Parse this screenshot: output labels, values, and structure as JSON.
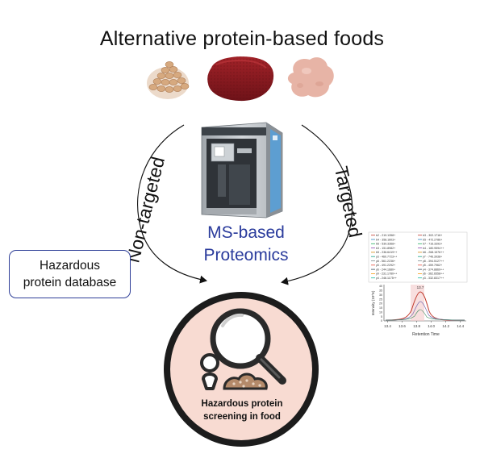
{
  "title": "Alternative protein-based foods",
  "left_arrow_label": "Non-targeted",
  "right_arrow_label": "Targeted",
  "center_label": {
    "line1": "MS-based",
    "line2": "Proteomics"
  },
  "database_box": {
    "line1": "Hazardous",
    "line2": "protein database"
  },
  "screening_label": {
    "line1": "Hazardous protein",
    "line2": "screening in food"
  },
  "foods": [
    "beans-icon",
    "red-meat-icon",
    "pink-meat-icon"
  ],
  "instrument": "mass-spectrometer-icon",
  "chromatogram": {
    "xlabel": "Retention Time",
    "ylabel": "Intensity (10^6)",
    "x_ticks": [
      "13.4",
      "13.6",
      "13.8",
      "14.0",
      "14.2",
      "14.4"
    ],
    "y_ticks": [
      "0",
      "5",
      "10",
      "15",
      "20",
      "25",
      "30",
      "35",
      "40"
    ],
    "peak_label": "13.7",
    "legend_left": [
      "b2 - 219.1358+",
      "b4 - 358.1603+",
      "b6 - 539.3368+",
      "b3 - 151.8982+",
      "b5 - 236.6419++",
      "y3 - 460.7723++",
      "y8 - 561.2236+",
      "y5 - 491.2292+",
      "y6 - 244.1680+",
      "y9 - 231.1780++",
      "y4 - 246.1175++"
    ],
    "legend_right": [
      "b3 - 302.1716+",
      "b5 - 472.2786+",
      "b7 - 716.3393+",
      "b4 - 180.9594++",
      "b6 - 268.1576++",
      "y7 - 746.3938+",
      "y8 - 394.5127++",
      "y5 - 459.7962+",
      "y4 - 374.8869++",
      "y6 - 362.6558++",
      "y3 - 332.8317++"
    ]
  },
  "colors": {
    "text": "#111111",
    "ms_label": "#2a3b9c",
    "box_border": "#2f3f98",
    "circle_fill": "#f7dcd4",
    "circle_border": "#1b1b1b",
    "meat_red": "#8c1a1f",
    "bean": "#d3a57c",
    "pink_meat": "#e6b5a8"
  }
}
